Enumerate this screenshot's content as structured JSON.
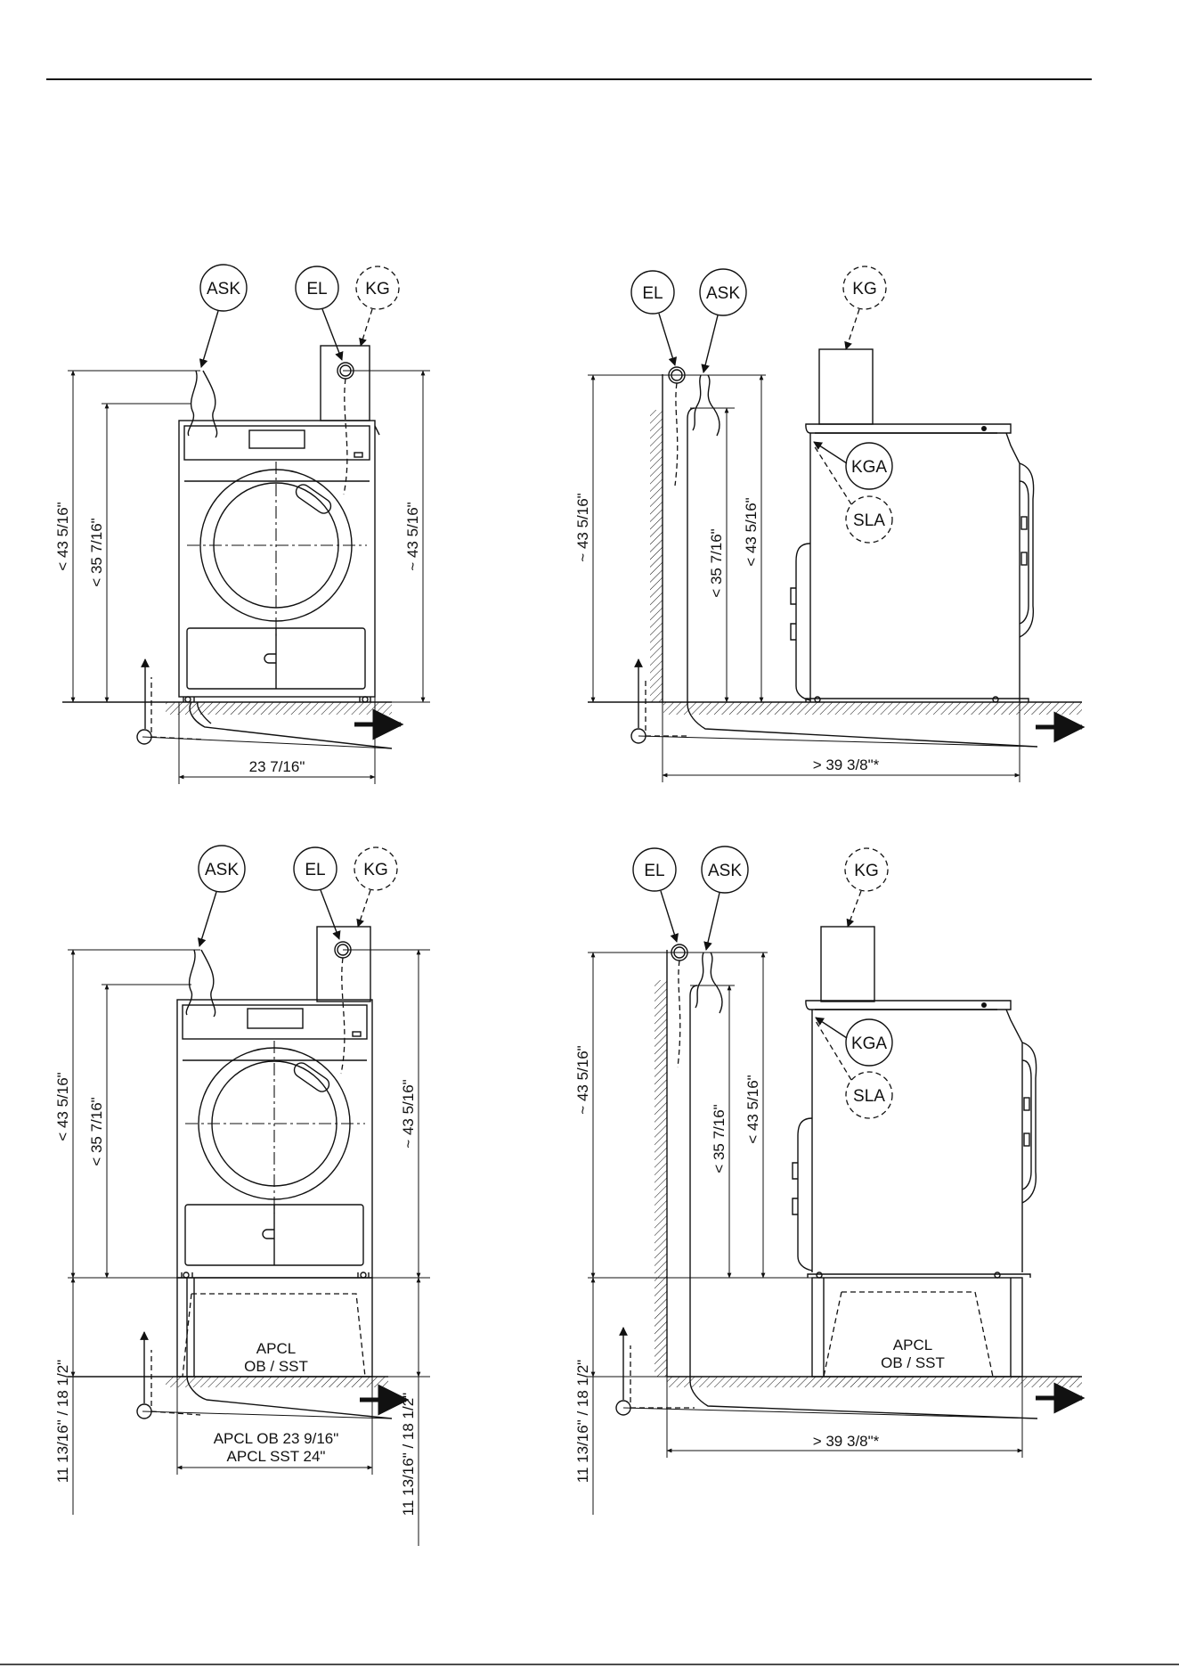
{
  "labels": {
    "ask": "ASK",
    "el": "EL",
    "kg": "KG",
    "kga": "KGA",
    "sla": "SLA"
  },
  "dimensions": {
    "lt_43_5_16": "< 43 5/16\"",
    "lt_35_7_16": "< 35 7/16\"",
    "approx_43_5_16": "~ 43 5/16\"",
    "width_23_7_16": "23 7/16\"",
    "gt_39_3_8": "> 39 3/8\"*",
    "pedestal_height": "11 13/16\" / 18 1/2\"",
    "apcl_ob_width": "APCL OB 23 9/16\"",
    "apcl_sst_width": "APCL SST 24\""
  },
  "pedestal": {
    "line1": "APCL",
    "line2": "OB / SST"
  },
  "colors": {
    "ink": "#111111",
    "paper": "#ffffff"
  }
}
